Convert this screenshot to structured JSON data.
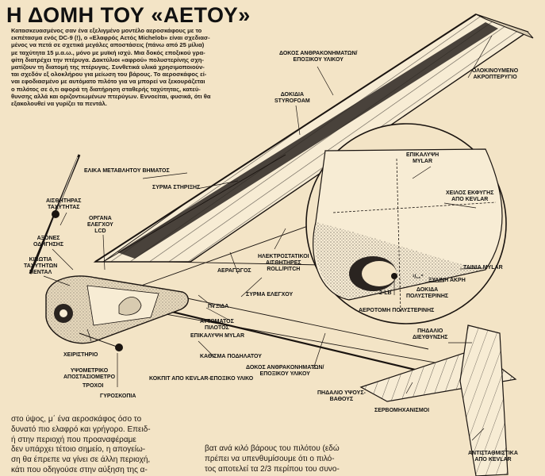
{
  "title": "Η ΔΟΜΗ ΤΟΥ «ΑΕΤΟΥ»",
  "intro_lines": [
    "Κατασκευασμένος σαν ένα εξελιγμένο μοντέλο αεροσκάφους με το",
    "εκπέτασμα ενός DC-9 (!), ο «Ελαφρός Αετός Michelob» είναι σχεδιασ-",
    "μένος να πετά σε σχετικά μεγάλες αποστάσεις (πάνω από 25 μίλια)",
    "με ταχύτητα 15 μ.α.ω., μόνο με μυϊκή ισχύ. Μια δοκός εποξικού γρα-",
    "φίτη διατρέχει την πτέρυγα. Δακτύλιοι «αφρού» πολυστερίνης σχη-",
    "ματίζουν τη διατομή της πτέρυγας. Συνθετικά υλικά χρησιμοποιούν-",
    "ται σχεδόν εξ ολοκλήρου για μείωση του βάρους. Το αεροσκάφος εί-",
    "ναι εφοδιασμένο με αυτόματο πιλότο για να μπορεί να ξεκουράζεται",
    "ο πιλότος σε ό,τι αφορά τη διατήρηση σταθερής ταχύτητας, κατεύ-",
    "θυνσης αλλά και οριζοντιωμένων πτερύγων. Εννοείται, φυσικά, ότι θα",
    "εξακολουθεί να γυρίζει τα πεντάλ."
  ],
  "labels": {
    "spar_top": "ΔΟΚΟΣ ΑΝΘΡΑΚΟΝΗΜΑΤΩΝ/\nΕΠΟΞΙΚΟΥ ΥΛΙΚΟΥ",
    "styrofoam": "ΔΟΚΙΔΙΑ\nSTYROFOAM",
    "wingtip": "ΟΛΟΚΙΝΟΥΜΕΝΟ\nΑΚΡΟΠΤΕΡΥΓΙΟ",
    "propeller": "ΕΛΙΚΑ ΜΕΤΑΒΛΗΤΟΥ ΒΗΜΑΤΟΣ",
    "support_wire": "ΣΥΡΜΑ ΣΤΗΡΙΞΗΣ",
    "speed_sensor": "ΑΙΣΘΗΤΗΡΑΣ\nΤΑΧΥΤΗΤΑΣ",
    "lcd": "ΟΡΓΑΝΑ\nΕΛΕΓΧΟΥ\nLCD",
    "drive_shafts": "ΑΞΟΝΕΣ\nΟΔΗΓΗΣΗΣ",
    "gearbox": "ΚΙΒΩΤΙΑ\nΤΑΧΥΤΗΤΩΝ\nΠΕΝΤΑΛ",
    "mylar_cover": "ΕΠΙΚΑΛΥΨΗ\nMYLAR",
    "kevlar_edge": "ΧΕΙΛΟΣ ΕΚΦΥΓΗΣ\nΑΠΟ KEVLAR",
    "mylar_tape": "ΤΑΙΝΙΑ MYLAR",
    "wood_tip": "ΞΥΛΙΝΗ ΑΚΡΗ",
    "size_mark": "¹/₁₆\"",
    "rib_size": "2-LB",
    "poly_rib": "ΔΟΚΙΔΑ\nΠΟΛΥΣΤΕΡΙΝΗΣ",
    "poly_airfoil": "ΑΕΡΟΤΟΜΗ ΠΟΛΥΣΤΕΡΙΝΗΣ",
    "electrostatic": "ΗΛΕΚΤΡΟΣΤΑΤΙΚΟΙ\nΑΙΣΘΗΤΗΡΕΣ\nROLL/PITCH",
    "air_intake": "ΑΕΡΑΓΩΓΟΣ",
    "control_wire": "ΣΥΡΜΑ ΕΛΕΓΧΟΥ",
    "compass": "ΠΥΞΙΔΑ",
    "autopilot": "ΑΥΤΟΜΑΤΟΣ\nΠΙΛΟΤΟΣ",
    "mylar_cover2": "ΕΠΙΚΑΛΥΨΗ MYLAR",
    "handle": "ΧΕΙΡΙΣΤΗΡΙΟ",
    "altimeter": "ΥΨΟΜΕΤΡΙΚΟ\nΑΠΟΣΤΑΣΙΟΜΕΤΡΟ",
    "wheels": "ΤΡΟΧΟΙ",
    "gyroscope": "ΓΥΡΟΣΚΟΠΙΑ",
    "cockpit": "ΚΟΚΠΙΤ ΑΠΟ KEVLAR-ΕΠΟΞΙΚΟ ΥΛΙΚΟ",
    "seat": "ΚΑΘΙΣΜΑ ΠΟΔΗΛΑΤΟΥ",
    "spar_bottom": "ΔΟΚΟΣ ΑΝΘΡΑΚΟΝΗΜΑΤΩΝ/\nΕΠΟΞΙΚΟΥ ΥΛΙΚΟΥ",
    "rudder": "ΠΗΔΑΛΙΟ\nΔΙΕΥΘΥΝΣΗΣ",
    "elevator": "ΠΗΔΑΛΙΟ ΥΨΟΥΣ-\nΒΑΘΟΥΣ",
    "servos": "ΣΕΡΒΟΜΗΧΑΝΙΣΜΟΙ",
    "counterweight": "ΑΝΤΙΣΤΑΘΜΙΣΤΙΚΑ\nΑΠΟ KEVLAR"
  },
  "body_left": [
    "στο ύψος, μ΄ ένα αεροσκάφος όσο το",
    "δυνατό πιο ελαφρό και γρήγορο. Επειδ-",
    "ή στην περιοχή που προαναφέραμε",
    "δεν υπάρχει τέτοιο σημείο, η απογείω-",
    "ση θα έπρεπε να γίνει σε άλλη περιοχή,",
    "κάτι που οδηγούσε στην αύξηση της α-"
  ],
  "body_right": [
    "βατ ανά κιλό βάρους του πιλότου (εδώ",
    "πρέπει να υπενθυμίσουμε ότι ο πιλό-",
    "τος αποτελεί τα 2/3 περίπου του συνο-"
  ]
}
